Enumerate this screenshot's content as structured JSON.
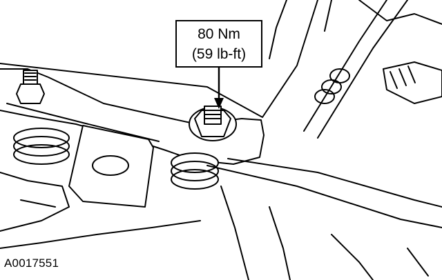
{
  "callout": {
    "torque_metric": "80 Nm",
    "torque_imperial": "(59 lb-ft)"
  },
  "figure_id": "A0017551",
  "colors": {
    "line": "#000000",
    "background": "#ffffff"
  }
}
